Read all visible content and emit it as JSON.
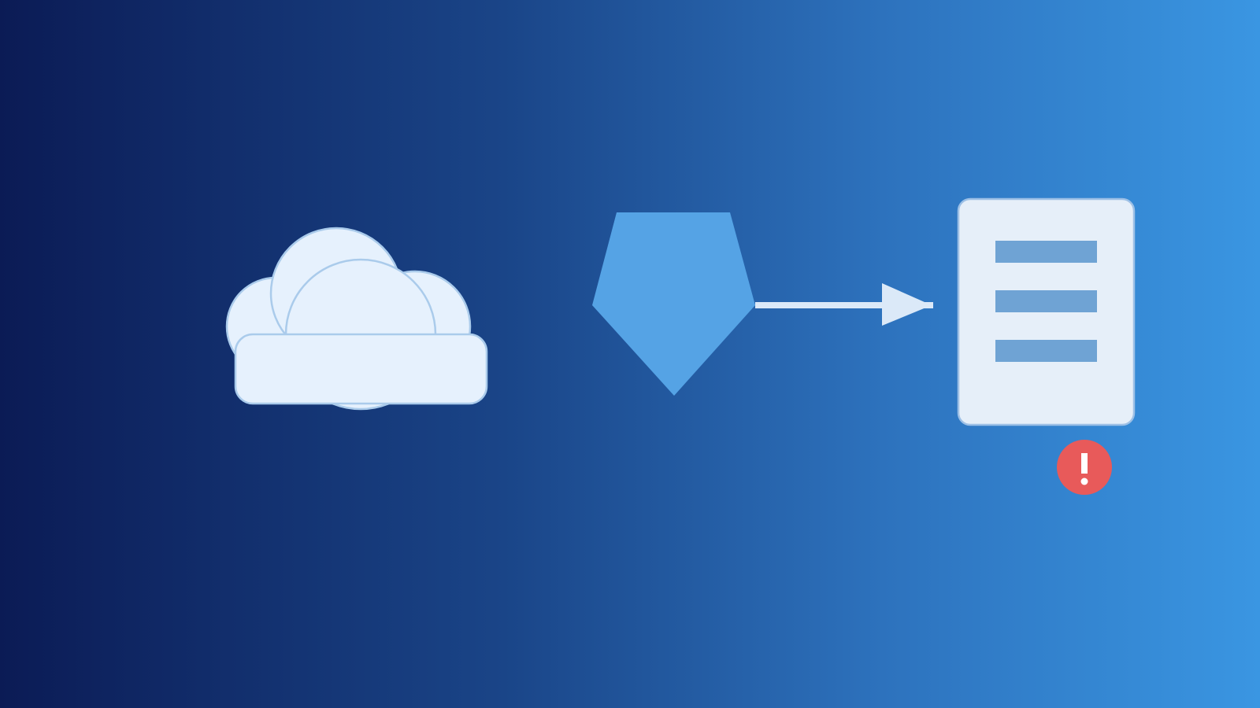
{
  "diagram": {
    "nodes": [
      {
        "id": "cloud",
        "icon": "cloud-icon"
      },
      {
        "id": "pentagon",
        "icon": "pentagon-icon"
      },
      {
        "id": "document",
        "icon": "document-icon"
      }
    ],
    "edges": [
      {
        "from": "pentagon",
        "to": "document"
      }
    ],
    "status": {
      "icon": "error-icon",
      "symbol": "!"
    }
  },
  "colors": {
    "cloud_fill": "#e6f1fd",
    "cloud_stroke": "#aacbeb",
    "pentagon": "#55a3e5",
    "arrow": "#dbe9f8",
    "document_fill": "#e6eff9",
    "document_bars": "#6fa3d4",
    "error": "#e85a5a"
  }
}
